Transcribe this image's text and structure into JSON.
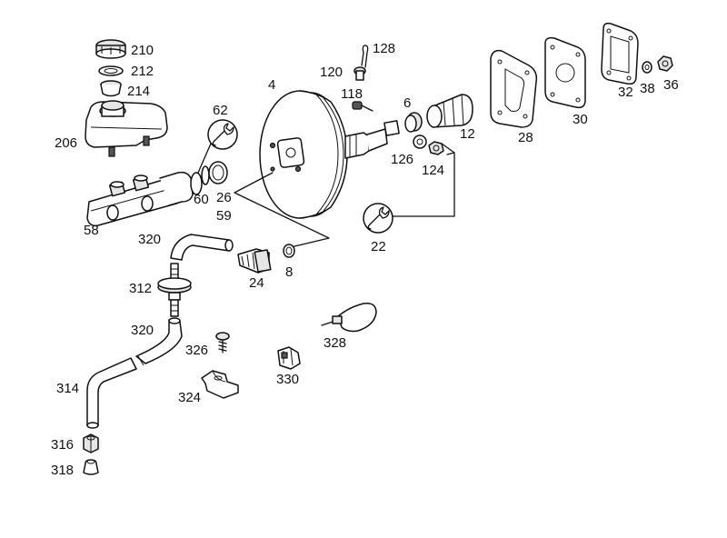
{
  "labels": {
    "l4": "4",
    "l6": "6",
    "l8": "8",
    "l12": "12",
    "l22": "22",
    "l24": "24",
    "l26": "26",
    "l28": "28",
    "l30": "30",
    "l32": "32",
    "l36": "36",
    "l38": "38",
    "l58": "58",
    "l59": "59",
    "l60": "60",
    "l62": "62",
    "l118": "118",
    "l120": "120",
    "l124": "124",
    "l126": "126",
    "l128": "128",
    "l206": "206",
    "l210": "210",
    "l212": "212",
    "l214": "214",
    "l312": "312",
    "l314": "314",
    "l316": "316",
    "l318": "318",
    "l320a": "320",
    "l320b": "320",
    "l324": "324",
    "l326": "326",
    "l328": "328",
    "l330": "330"
  },
  "icons": [
    "wrench-icon",
    "wrench-icon"
  ]
}
